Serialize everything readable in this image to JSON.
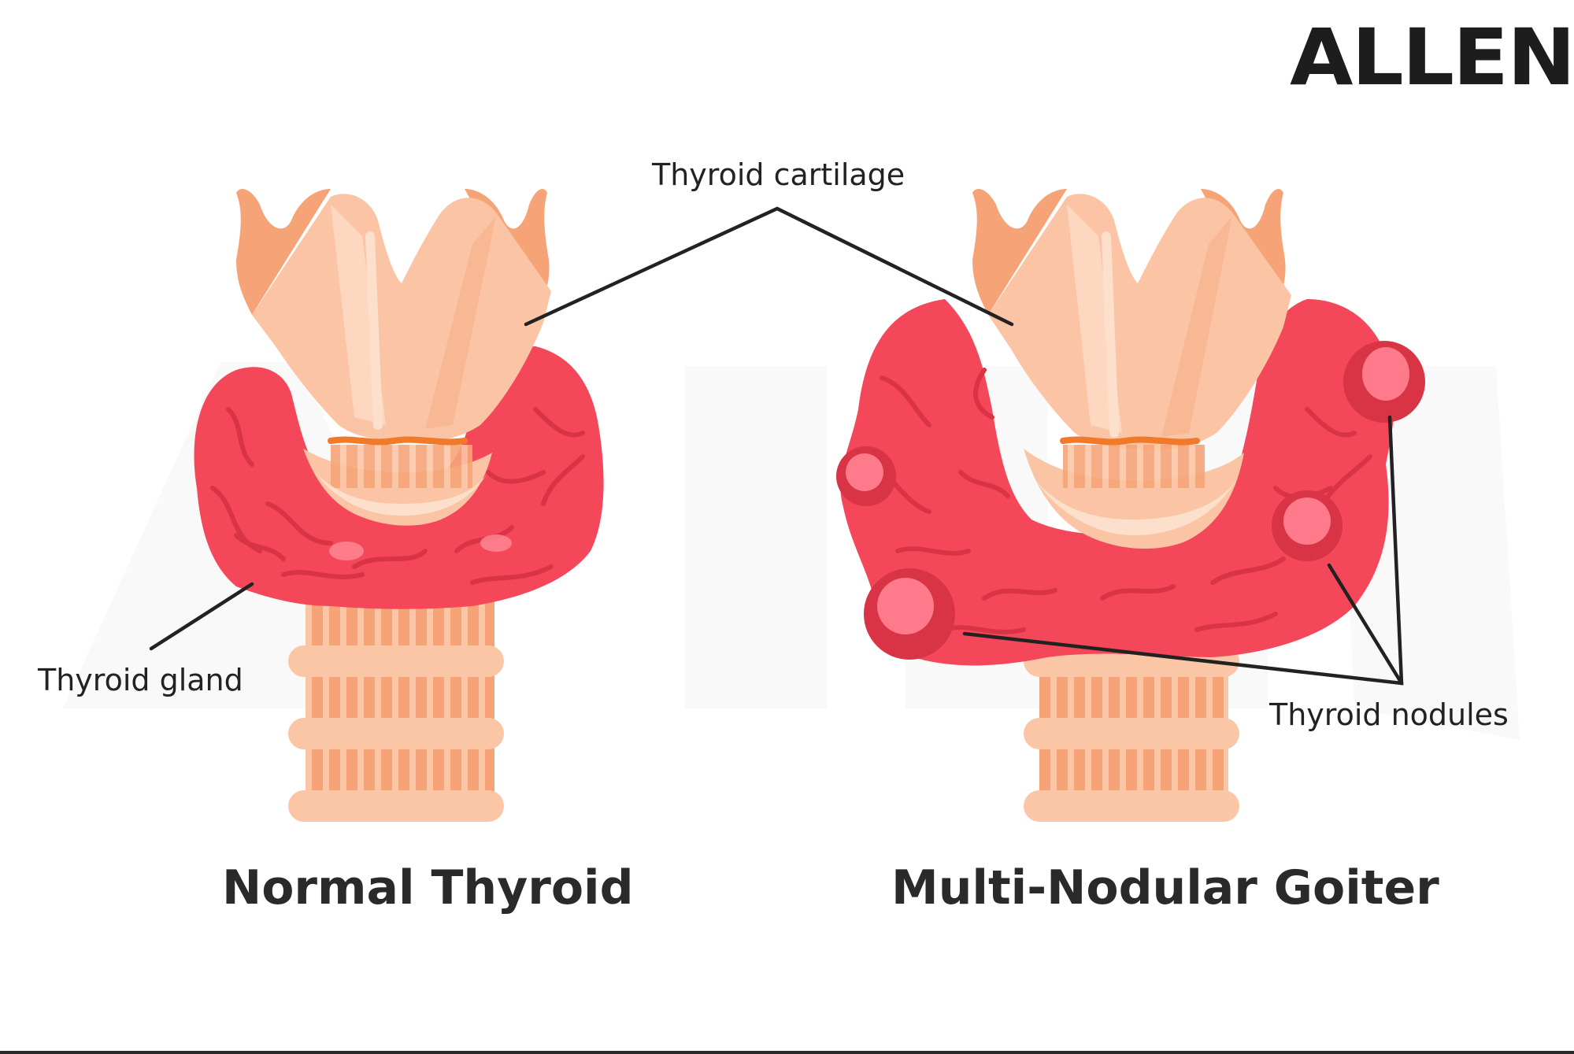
{
  "brand": {
    "logo_text": "ALLEN"
  },
  "labels": {
    "thyroid_cartilage": "Thyroid cartilage",
    "thyroid_gland": "Thyroid gland",
    "thyroid_nodules": "Thyroid nodules"
  },
  "titles": {
    "normal": "Normal Thyroid",
    "goiter": "Multi-Nodular Goiter"
  },
  "colors": {
    "gland": "#f4475a",
    "gland_dark": "#d93346",
    "nodule": "#ff7a8a",
    "cartilage": "#fbc4a4",
    "cartilage_light": "#fde0cc",
    "trachea": "#f6a477",
    "trachea_ring": "#fbc6a6",
    "orange_line": "#f07a2a",
    "leader_line": "#222222"
  }
}
